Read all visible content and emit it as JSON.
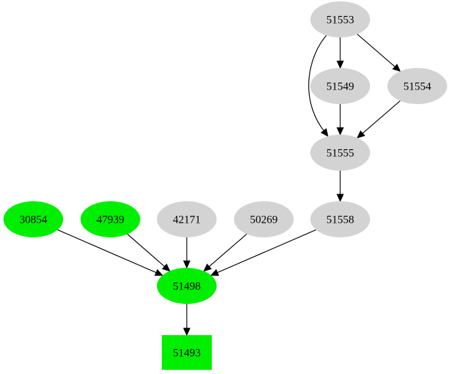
{
  "colors": {
    "highlight": "#00ee00",
    "default": "#d3d3d3",
    "edge": "#000000",
    "background": "#ffffff"
  },
  "nodes": [
    {
      "id": "n51553",
      "label": "51553",
      "shape": "ellipse",
      "color": "default"
    },
    {
      "id": "n51549",
      "label": "51549",
      "shape": "ellipse",
      "color": "default"
    },
    {
      "id": "n51554",
      "label": "51554",
      "shape": "ellipse",
      "color": "default"
    },
    {
      "id": "n51555",
      "label": "51555",
      "shape": "ellipse",
      "color": "default"
    },
    {
      "id": "n30854",
      "label": "30854",
      "shape": "ellipse",
      "color": "highlight"
    },
    {
      "id": "n47939",
      "label": "47939",
      "shape": "ellipse",
      "color": "highlight"
    },
    {
      "id": "n42171",
      "label": "42171",
      "shape": "ellipse",
      "color": "default"
    },
    {
      "id": "n50269",
      "label": "50269",
      "shape": "ellipse",
      "color": "default"
    },
    {
      "id": "n51558",
      "label": "51558",
      "shape": "ellipse",
      "color": "default"
    },
    {
      "id": "n51498",
      "label": "51498",
      "shape": "ellipse",
      "color": "highlight"
    },
    {
      "id": "n51493",
      "label": "51493",
      "shape": "box",
      "color": "highlight"
    }
  ],
  "edges": [
    {
      "from": "n51553",
      "to": "n51549"
    },
    {
      "from": "n51553",
      "to": "n51554"
    },
    {
      "from": "n51553",
      "to": "n51555"
    },
    {
      "from": "n51549",
      "to": "n51555"
    },
    {
      "from": "n51554",
      "to": "n51555"
    },
    {
      "from": "n51555",
      "to": "n51558"
    },
    {
      "from": "n30854",
      "to": "n51498"
    },
    {
      "from": "n47939",
      "to": "n51498"
    },
    {
      "from": "n42171",
      "to": "n51498"
    },
    {
      "from": "n50269",
      "to": "n51498"
    },
    {
      "from": "n51558",
      "to": "n51498"
    },
    {
      "from": "n51498",
      "to": "n51493"
    }
  ]
}
